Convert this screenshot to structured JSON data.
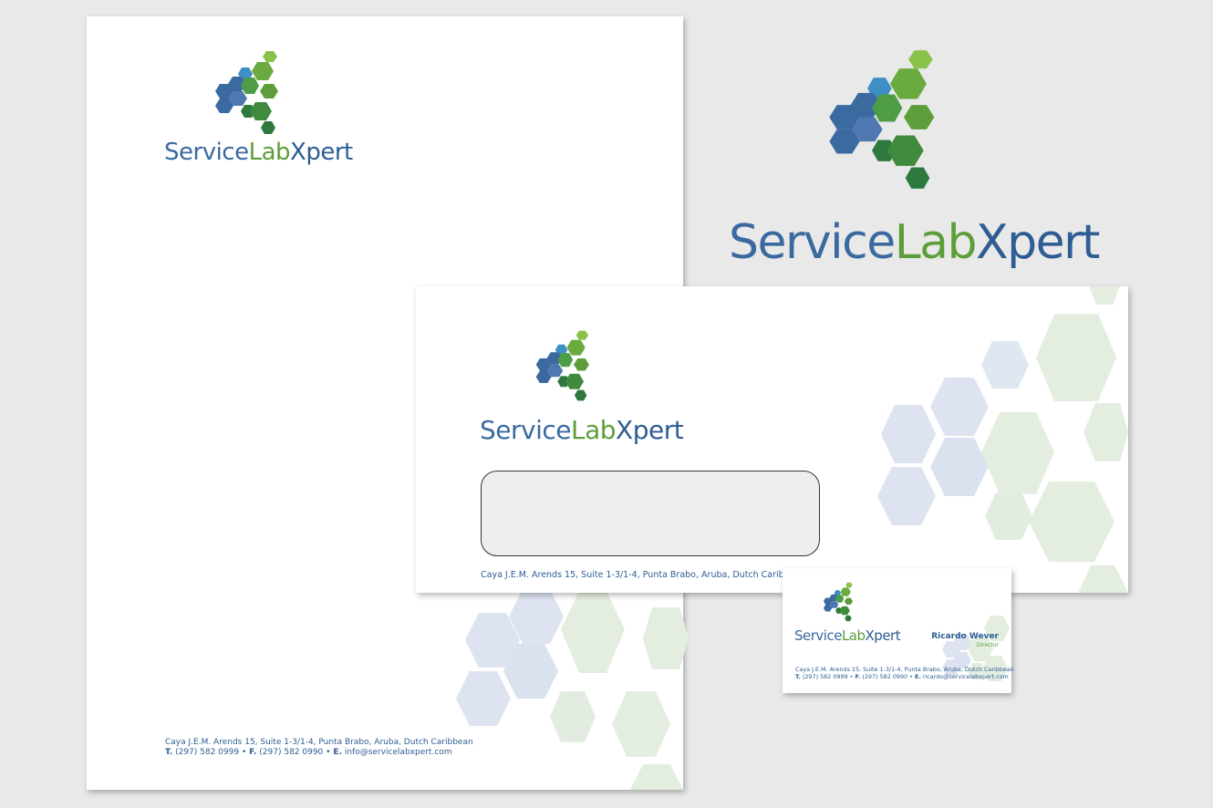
{
  "brand": {
    "name_part1": "Service",
    "name_part2": "Lab",
    "name_part3": "Xpert",
    "colors": {
      "blue": "#3a6aa0",
      "dark_blue": "#2d5d93",
      "light_blue": "#3e8fc6",
      "green": "#5e9e3a",
      "lime": "#8ac249",
      "dark_green": "#2e7a3e"
    }
  },
  "letterhead": {
    "address": "Caya J.E.M. Arends 15, Suite 1-3/1-4, Punta Brabo, Aruba, Dutch Caribbean",
    "phone_prefix": "T.",
    "phone": "(297) 582 0999",
    "separator": "•",
    "fax_prefix": "F.",
    "fax": "(297) 582 0990",
    "email_prefix": "E.",
    "email": "info@servicelabxpert.com"
  },
  "envelope": {
    "address": "Caya J.E.M. Arends 15, Suite 1-3/1-4, Punta Brabo, Aruba, Dutch Caribbean"
  },
  "business_card": {
    "person_name": "Ricardo Wever",
    "role": "Director",
    "address": "Caya J.E.M. Arends 15, Suite 1-3/1-4, Punta Brabo, Aruba, Dutch Caribbean",
    "phone_prefix": "T.",
    "phone": "(297) 582 0999",
    "separator": "•",
    "fax_prefix": "F.",
    "fax": "(297) 582 0990",
    "email_prefix": "E.",
    "email": "ricardo@servicelabxpert.com"
  }
}
